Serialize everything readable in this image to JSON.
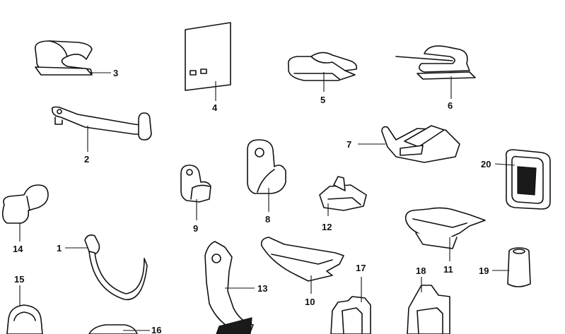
{
  "callouts": {
    "c1": "1",
    "c2": "2",
    "c3": "3",
    "c4": "4",
    "c5": "5",
    "c6": "6",
    "c7": "7",
    "c8": "8",
    "c9": "9",
    "c10": "10",
    "c11": "11",
    "c12": "12",
    "c13": "13",
    "c14": "14",
    "c15": "15",
    "c16": "16",
    "c17": "17",
    "c18": "18",
    "c19": "19",
    "c20": "20"
  },
  "colors": {
    "ink": "#111111",
    "paper": "#ffffff"
  }
}
